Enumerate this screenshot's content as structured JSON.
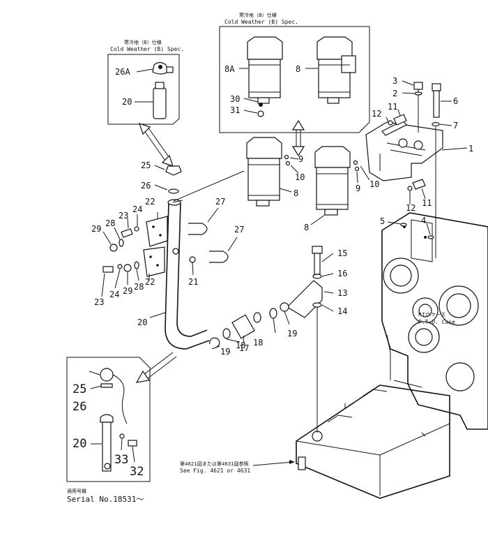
{
  "insets": {
    "cold_small": {
      "title_jp": "寒冷地（B）仕様",
      "title_en": "Cold Weather (B) Spec."
    },
    "cold_large": {
      "title_jp": "寒冷地（B）仕様",
      "title_en": "Cold Weather (B) Spec."
    },
    "serial": {
      "title_jp": "適用号機",
      "text": "Serial No.18531～"
    }
  },
  "annotations": {
    "pto_case_jp": "P.T.O.ケース",
    "pto_case_en": "P.T.O. Case",
    "see_fig_jp": "第4621図または第4631図参照",
    "see_fig_en": "See Fig. 4621 or 4631"
  },
  "callouts": {
    "c1": "1",
    "c2": "2",
    "c3": "3",
    "c4": "4",
    "c5": "5",
    "c6": "6",
    "c7": "7",
    "c8a": "8A",
    "c8b": "8",
    "c8c": "8",
    "c8d": "8",
    "c9a": "9",
    "c9b": "9",
    "c10a": "10",
    "c10b": "10",
    "c11a": "11",
    "c11b": "11",
    "c12a": "12",
    "c12b": "12",
    "c13": "13",
    "c14": "14",
    "c15": "15",
    "c16": "16",
    "c17": "17",
    "c18a": "18",
    "c18b": "18",
    "c19a": "19",
    "c19b": "19",
    "c20a": "20",
    "c20b": "20",
    "c20c": "20",
    "c21": "21",
    "c22a": "22",
    "c22b": "22",
    "c23a": "23",
    "c23b": "23",
    "c24a": "24",
    "c24b": "24",
    "c25a": "25",
    "c25b": "25",
    "c26a": "26",
    "c26b": "26",
    "c26A": "26A",
    "c27a": "27",
    "c27b": "27",
    "c28a": "28",
    "c28b": "28",
    "c29a": "29",
    "c29b": "29",
    "c30": "30",
    "c31": "31",
    "c32": "32",
    "c33": "33"
  }
}
